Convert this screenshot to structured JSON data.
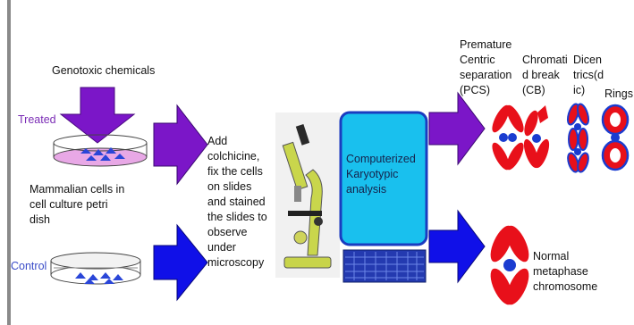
{
  "labels": {
    "genotoxic": "Genotoxic chemicals",
    "treated": "Treated",
    "mammalian": [
      "Mammalian cells in",
      "cell culture petri",
      "dish"
    ],
    "control": "Control",
    "procedure": [
      "Add",
      "colchicine,",
      "fix the cells",
      "on slides",
      "and stained",
      "the slides to",
      "observe",
      "under",
      "microscopy"
    ],
    "analysis": [
      "Computerized",
      "Karyotypic",
      "analysis"
    ],
    "pcs": [
      "Premature",
      "Centric",
      "separation",
      "(PCS)"
    ],
    "cb": [
      "Chromati",
      "d break",
      "(CB)"
    ],
    "dic": [
      "Dicen",
      "trics(d",
      "ic)"
    ],
    "rings": "Rings",
    "normal": [
      "Normal",
      "metaphase",
      "chromosome"
    ]
  },
  "colors": {
    "purple_arrow": "#7b16c8",
    "blue_arrow": "#1010e8",
    "chromosome_red": "#e8101a",
    "centromere_blue": "#1a3cd0",
    "monitor_cyan": "#19c0ee",
    "dish_pink": "#e8a8e6"
  }
}
